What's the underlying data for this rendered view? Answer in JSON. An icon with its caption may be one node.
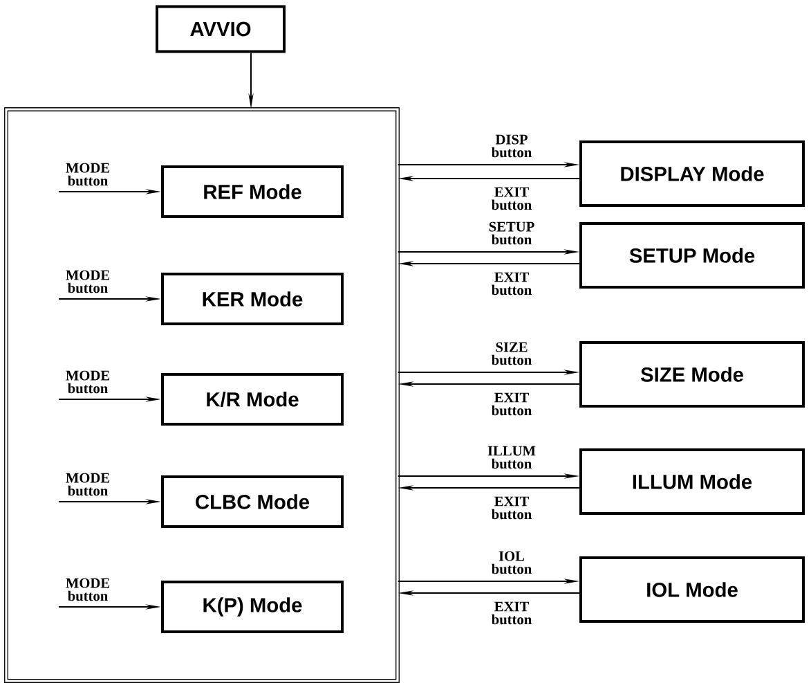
{
  "diagram": {
    "nodes": [
      {
        "text": [
          "AVVIO"
        ]
      },
      {
        "text": [],
        "shape": "box"
      },
      {
        "text": [
          "REF Mode"
        ],
        "in": 1
      },
      {
        "text": [
          "KER Mode"
        ],
        "in": 1
      },
      {
        "text": [
          "K/R Mode"
        ],
        "in": 1
      },
      {
        "text": [
          "CLBC Mode"
        ],
        "in": 1
      },
      {
        "text": [
          "K(P) Mode"
        ],
        "in": 1
      },
      {
        "text": [
          "DISPLAY Mode"
        ]
      },
      {
        "text": [
          "SETUP Mode"
        ]
      },
      {
        "text": [
          "SIZE Mode"
        ]
      },
      {
        "text": [
          "ILLUM Mode"
        ]
      },
      {
        "text": [
          "IOL Mode"
        ]
      }
    ],
    "edges": [
      {
        "from": 0,
        "to": 1,
        "arrow": "to"
      },
      {
        "from": null,
        "to": 2,
        "arrow": "to",
        "label": "MODE button"
      },
      {
        "from": null,
        "to": 3,
        "arrow": "to",
        "label": "MODE button"
      },
      {
        "from": null,
        "to": 4,
        "arrow": "to",
        "label": "MODE button"
      },
      {
        "from": null,
        "to": 5,
        "arrow": "to",
        "label": "MODE button"
      },
      {
        "from": null,
        "to": 6,
        "arrow": "to",
        "label": "MODE button"
      },
      {
        "from": 1,
        "to": 7,
        "arrow": "to",
        "label": "DISP button"
      },
      {
        "from": 7,
        "to": 1,
        "arrow": "to",
        "label": "EXIT button"
      },
      {
        "from": 1,
        "to": 8,
        "arrow": "to",
        "label": "SETUP button"
      },
      {
        "from": 8,
        "to": 1,
        "arrow": "to",
        "label": "EXIT button"
      },
      {
        "from": 1,
        "to": 9,
        "arrow": "to",
        "label": "SIZE button"
      },
      {
        "from": 9,
        "to": 1,
        "arrow": "to",
        "label": "EXIT button"
      },
      {
        "from": 1,
        "to": 10,
        "arrow": "to",
        "label": "ILLUM button"
      },
      {
        "from": 10,
        "to": 1,
        "arrow": "to",
        "label": "EXIT button"
      },
      {
        "from": 1,
        "to": 11,
        "arrow": "to",
        "label": "IOL button"
      },
      {
        "from": 11,
        "to": 1,
        "arrow": "to",
        "label": "EXIT button"
      }
    ]
  }
}
